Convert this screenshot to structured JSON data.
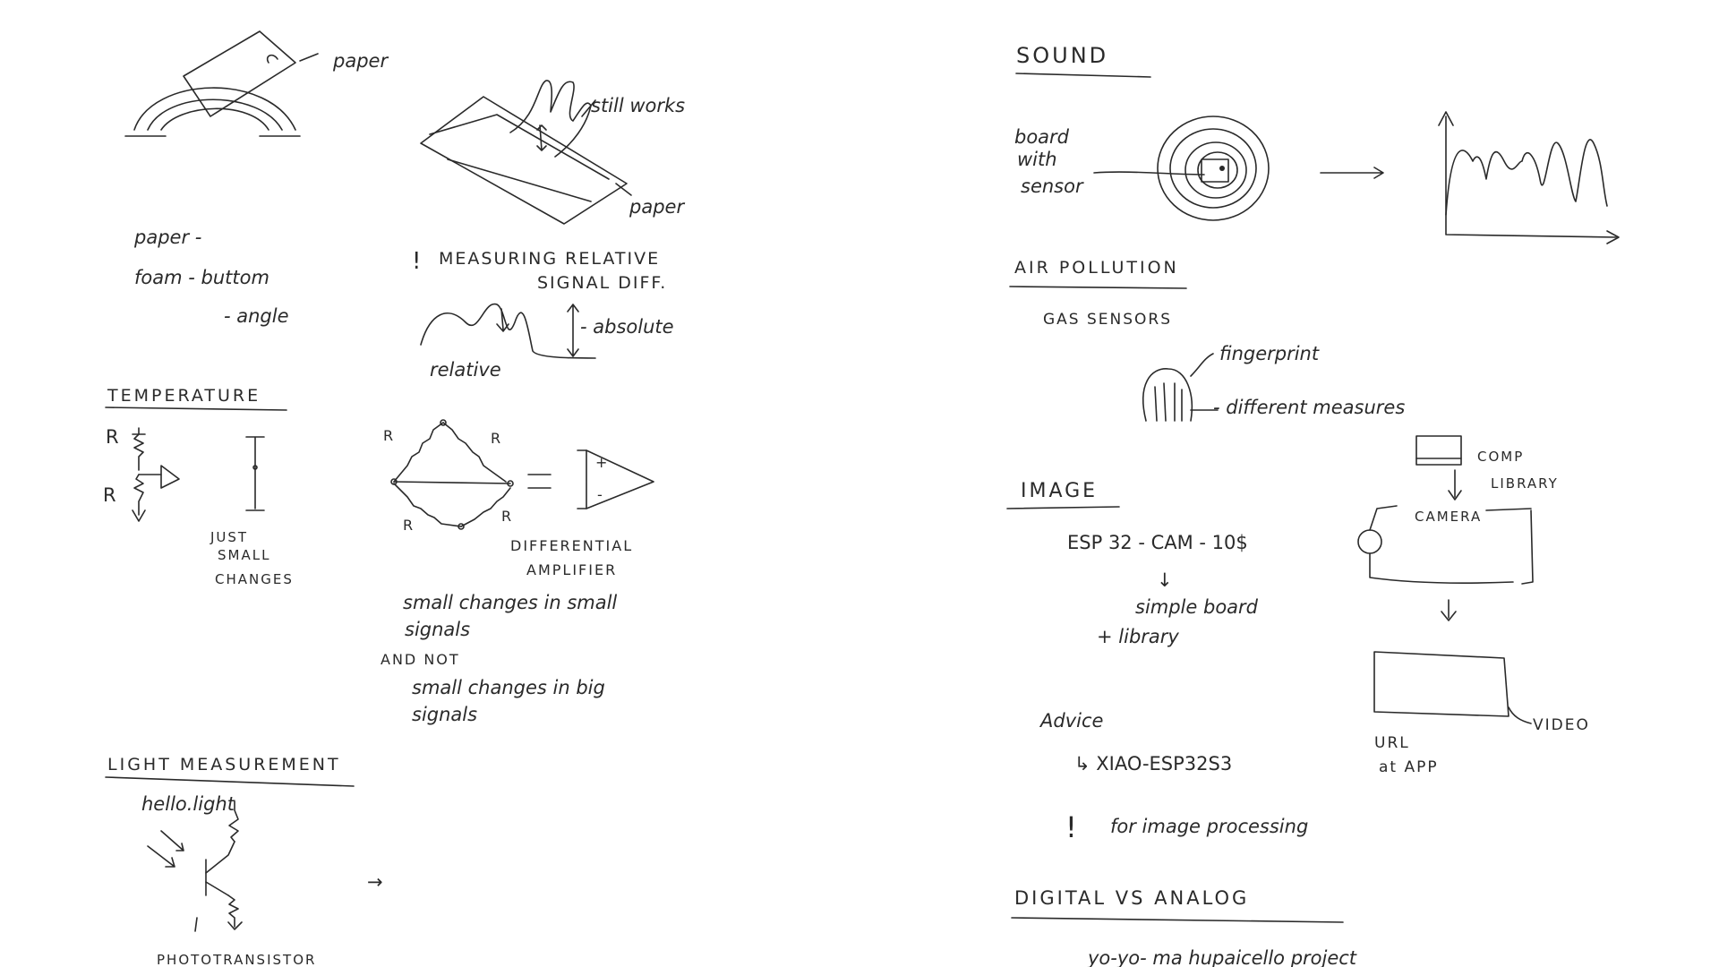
{
  "left_page": {
    "paper_sketch": {
      "label": "paper"
    },
    "hand_sketch": {
      "label_works": "still works",
      "label_paper": "paper"
    },
    "materials": {
      "item1": "paper -",
      "item2": "foam - buttom",
      "item3": "- angle"
    },
    "note_measuring": {
      "bang": "!",
      "line1": "MEASURING RELATIVE",
      "line2": "SIGNAL DIFF."
    },
    "signal_sketch": {
      "label_absolute": "- absolute",
      "label_relative": "relative"
    },
    "temperature": {
      "heading": "TEMPERATURE",
      "r_top": "R",
      "r_bottom": "R",
      "caption1": "JUST",
      "caption2": "SMALL",
      "caption3": "CHANGES"
    },
    "bridge": {
      "r1": "R",
      "r2": "R",
      "r3": "R",
      "r4": "R",
      "equals": "=",
      "amp_plus": "+",
      "amp_minus": "-",
      "caption1": "DIFFERENTIAL",
      "caption2": "AMPLIFIER"
    },
    "notes": {
      "line1": "small changes in small",
      "line2": "signals",
      "line3": "AND NOT",
      "line4": "small changes in big",
      "line5": "signals"
    },
    "light": {
      "heading": "LIGHT MEASUREMENT",
      "subtitle": "hello.light",
      "arrow": "→",
      "caption": "PHOTOTRANSISTOR"
    }
  },
  "right_page": {
    "sound": {
      "heading": "SOUND",
      "label1": "board",
      "label2": "with",
      "label3": "sensor",
      "arrow": "→"
    },
    "air": {
      "heading": "AIR POLLUTION",
      "gas": "GAS SENSORS",
      "fingerprint": "fingerprint",
      "measures": "- different measures"
    },
    "image": {
      "heading": "IMAGE",
      "esp": "ESP 32 - CAM  - 10$",
      "down_arrow": "↓",
      "simple1": "simple board",
      "simple2": "+ library",
      "advice": "Advice",
      "xiao": "↳ XIAO-ESP32S3",
      "bang": "!",
      "processing": "for image processing",
      "comp1": "COMP",
      "comp2": "LIBRARY",
      "camera": "CAMERA",
      "video": "VIDEO",
      "url1": "URL",
      "url2": "at APP"
    },
    "digital": {
      "heading": "DIGITAL   VS   ANALOG",
      "bottom": "yo-yo- ma hupaicello project"
    }
  }
}
